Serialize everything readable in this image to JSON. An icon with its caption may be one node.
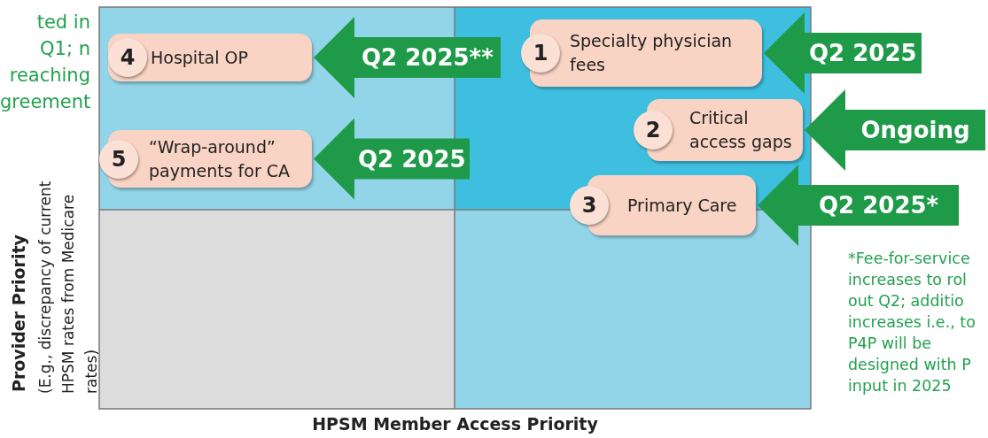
{
  "diagram": {
    "nodes": [
      {
        "text": [
          "4",
          "Hospital OP"
        ]
      },
      {
        "text": [
          "1",
          "Specialty physician fees"
        ]
      },
      {
        "text": [
          "2",
          "Critical access gaps"
        ]
      },
      {
        "text": [
          "5",
          "“Wrap-around” payments for CA"
        ]
      },
      {
        "text": [
          "3",
          "Primary Care"
        ]
      }
    ],
    "edges": [
      {
        "from": null,
        "to": 0,
        "arrow": "to",
        "label": "Q2 2025**"
      },
      {
        "from": null,
        "to": 1,
        "arrow": "to",
        "label": "Q2 2025"
      },
      {
        "from": null,
        "to": 2,
        "arrow": "to",
        "label": "Ongoing"
      },
      {
        "from": null,
        "to": 3,
        "arrow": "to",
        "label": "Q2 2025"
      },
      {
        "from": null,
        "to": 4,
        "arrow": "to",
        "label": "Q2 2025*"
      }
    ],
    "labels": [
      "ted in Q1; n reaching greement",
      "*Fee-for-service increases to rol out Q2; additio increases i.e., to P4P will be designed with P input in 2025",
      "Provider Priority",
      "(E.g., discrepancy of current HPSM rates from Medicare rates)",
      "HPSM Member Access Priority"
    ]
  }
}
